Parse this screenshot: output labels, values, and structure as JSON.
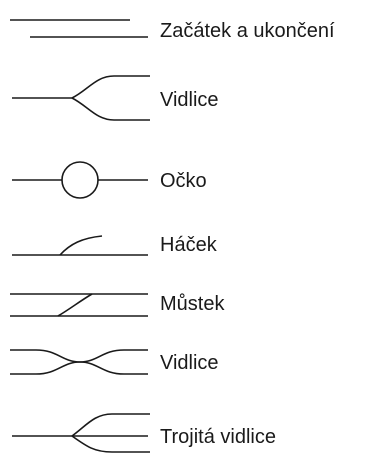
{
  "legend": {
    "items": [
      {
        "symbol": "zacatek-ukonceni",
        "label": "Začátek a ukončení"
      },
      {
        "symbol": "vidlice",
        "label": "Vidlice"
      },
      {
        "symbol": "ocko",
        "label": "Očko"
      },
      {
        "symbol": "hacek",
        "label": "Háček"
      },
      {
        "symbol": "mustek",
        "label": "Můstek"
      },
      {
        "symbol": "vidlice-krizena",
        "label": "Vidlice"
      },
      {
        "symbol": "trojita-vidlice",
        "label": "Trojitá vidlice"
      }
    ]
  }
}
